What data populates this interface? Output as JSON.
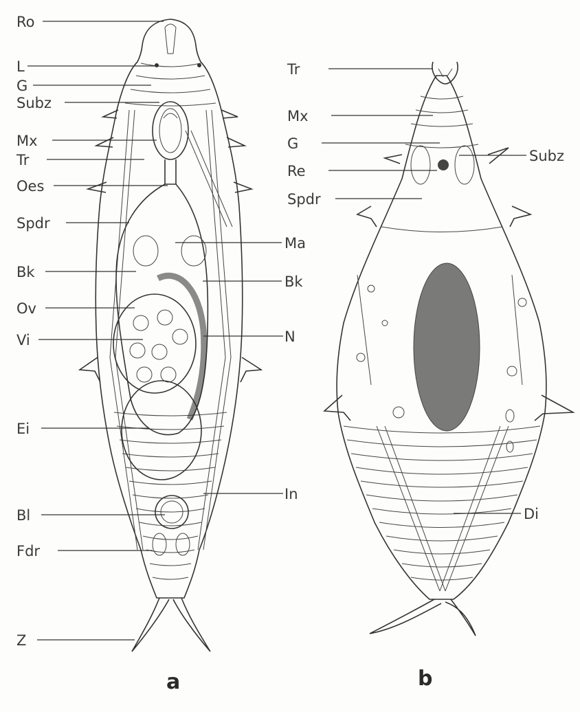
{
  "labels_a_left": [
    "Ro",
    "L",
    "G",
    "Subz",
    "Mx",
    "Tr",
    "Oes",
    "Spdr",
    "Bk",
    "Ov",
    "Vi",
    "Ei",
    "Bl",
    "Fdr",
    "Z"
  ],
  "labels_a_right": [
    "Ma",
    "Bk",
    "N",
    "In"
  ],
  "labels_b_left": [
    "Tr",
    "Mx",
    "G",
    "Re",
    "Spdr"
  ],
  "labels_b_right": [
    "Subz",
    "Di"
  ],
  "captions": [
    "a",
    "b"
  ]
}
